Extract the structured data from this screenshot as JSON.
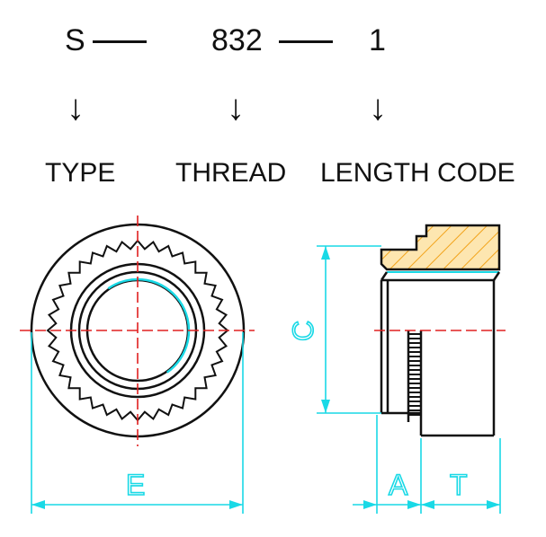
{
  "part_number": {
    "type_code": "S",
    "thread_code": "832",
    "length_code": "1"
  },
  "labels": {
    "type": "TYPE",
    "thread": "THREAD",
    "length_code": "LENGTH CODE"
  },
  "dimensions": {
    "e": "E",
    "c": "C",
    "a": "A",
    "t": "T"
  },
  "arrow_glyph": "↓",
  "colors": {
    "outline": "#111111",
    "dimension": "#19d9e6",
    "centerline": "#e02020",
    "hatch": "#f2a31a",
    "section_fill": "#fde6b0"
  }
}
